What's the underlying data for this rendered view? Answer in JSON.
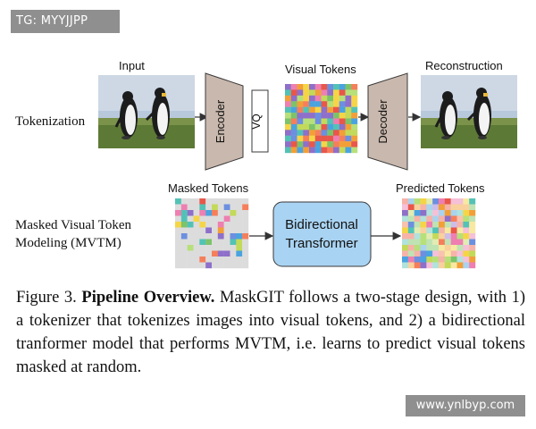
{
  "watermark_top": "TG: MYYJJPP",
  "watermark_bottom": "www.ynlbyp.com",
  "labels": {
    "input": "Input",
    "visual_tokens": "Visual Tokens",
    "reconstruction": "Reconstruction",
    "masked_tokens": "Masked Tokens",
    "predicted_tokens": "Predicted Tokens"
  },
  "rows": {
    "tokenization": "Tokenization",
    "mvtm_line1": "Masked Visual Token",
    "mvtm_line2": "Modeling (MVTM)"
  },
  "blocks": {
    "encoder": "Encoder",
    "vq": "VQ",
    "decoder": "Decoder",
    "transformer_line1": "Bidirectional",
    "transformer_line2": "Transformer"
  },
  "caption": {
    "prefix": "Figure 3.",
    "bold": "Pipeline Overview.",
    "body": "MaskGIT follows a two-stage design, with 1) a tokenizer that tokenizes images into visual tokens, and 2) a bidirectional tranformer model that performs MVTM, i.e. learns to predict visual tokens masked at random."
  },
  "colors": {
    "block_fill": "#c9b8ad",
    "block_stroke": "#3a3a3a",
    "transformer_fill": "#a9d3f2",
    "sky": "#b8c9dc",
    "grass": "#5c7a35",
    "mask_gray": "#dcdcdc"
  }
}
